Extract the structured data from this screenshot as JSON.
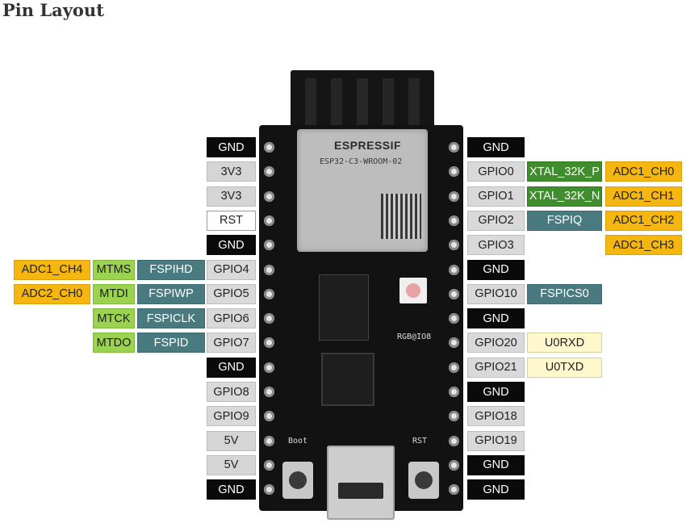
{
  "title": "Pin Layout",
  "board": {
    "brand": "ESPRESSIF",
    "model": "ESP32-C3-WROOM-02",
    "boot_label": "Boot",
    "rst_label": "RST",
    "rgb_label": "RGB@IO8"
  },
  "left_pins": [
    {
      "label": "GND",
      "type": "gnd"
    },
    {
      "label": "3V3",
      "type": "power"
    },
    {
      "label": "3V3",
      "type": "power"
    },
    {
      "label": "RST",
      "type": "rst"
    },
    {
      "label": "GND",
      "type": "gnd"
    },
    {
      "label": "GPIO4",
      "type": "gpio",
      "spi": "FSPIHD",
      "jtag": "MTMS",
      "adc": "ADC1_CH4"
    },
    {
      "label": "GPIO5",
      "type": "gpio",
      "spi": "FSPIWP",
      "jtag": "MTDI",
      "adc": "ADC2_CH0"
    },
    {
      "label": "GPIO6",
      "type": "gpio",
      "spi": "FSPICLK",
      "jtag": "MTCK"
    },
    {
      "label": "GPIO7",
      "type": "gpio",
      "spi": "FSPID",
      "jtag": "MTDO"
    },
    {
      "label": "GND",
      "type": "gnd"
    },
    {
      "label": "GPIO8",
      "type": "gpio"
    },
    {
      "label": "GPIO9",
      "type": "gpio"
    },
    {
      "label": "5V",
      "type": "power"
    },
    {
      "label": "5V",
      "type": "power"
    },
    {
      "label": "GND",
      "type": "gnd"
    }
  ],
  "right_pins": [
    {
      "label": "GND",
      "type": "gnd"
    },
    {
      "label": "GPIO0",
      "type": "gpio",
      "func": "XTAL_32K_P",
      "func_type": "xtal",
      "adc": "ADC1_CH0"
    },
    {
      "label": "GPIO1",
      "type": "gpio",
      "func": "XTAL_32K_N",
      "func_type": "xtal",
      "adc": "ADC1_CH1"
    },
    {
      "label": "GPIO2",
      "type": "gpio",
      "func": "FSPIQ",
      "func_type": "spi",
      "adc": "ADC1_CH2"
    },
    {
      "label": "GPIO3",
      "type": "gpio",
      "adc": "ADC1_CH3"
    },
    {
      "label": "GND",
      "type": "gnd"
    },
    {
      "label": "GPIO10",
      "type": "gpio",
      "func": "FSPICS0",
      "func_type": "spi"
    },
    {
      "label": "GND",
      "type": "gnd"
    },
    {
      "label": "GPIO20",
      "type": "gpio",
      "func": "U0RXD",
      "func_type": "uart"
    },
    {
      "label": "GPIO21",
      "type": "gpio",
      "func": "U0TXD",
      "func_type": "uart"
    },
    {
      "label": "GND",
      "type": "gnd"
    },
    {
      "label": "GPIO18",
      "type": "gpio"
    },
    {
      "label": "GPIO19",
      "type": "gpio"
    },
    {
      "label": "GND",
      "type": "gnd"
    },
    {
      "label": "GND",
      "type": "gnd"
    }
  ]
}
